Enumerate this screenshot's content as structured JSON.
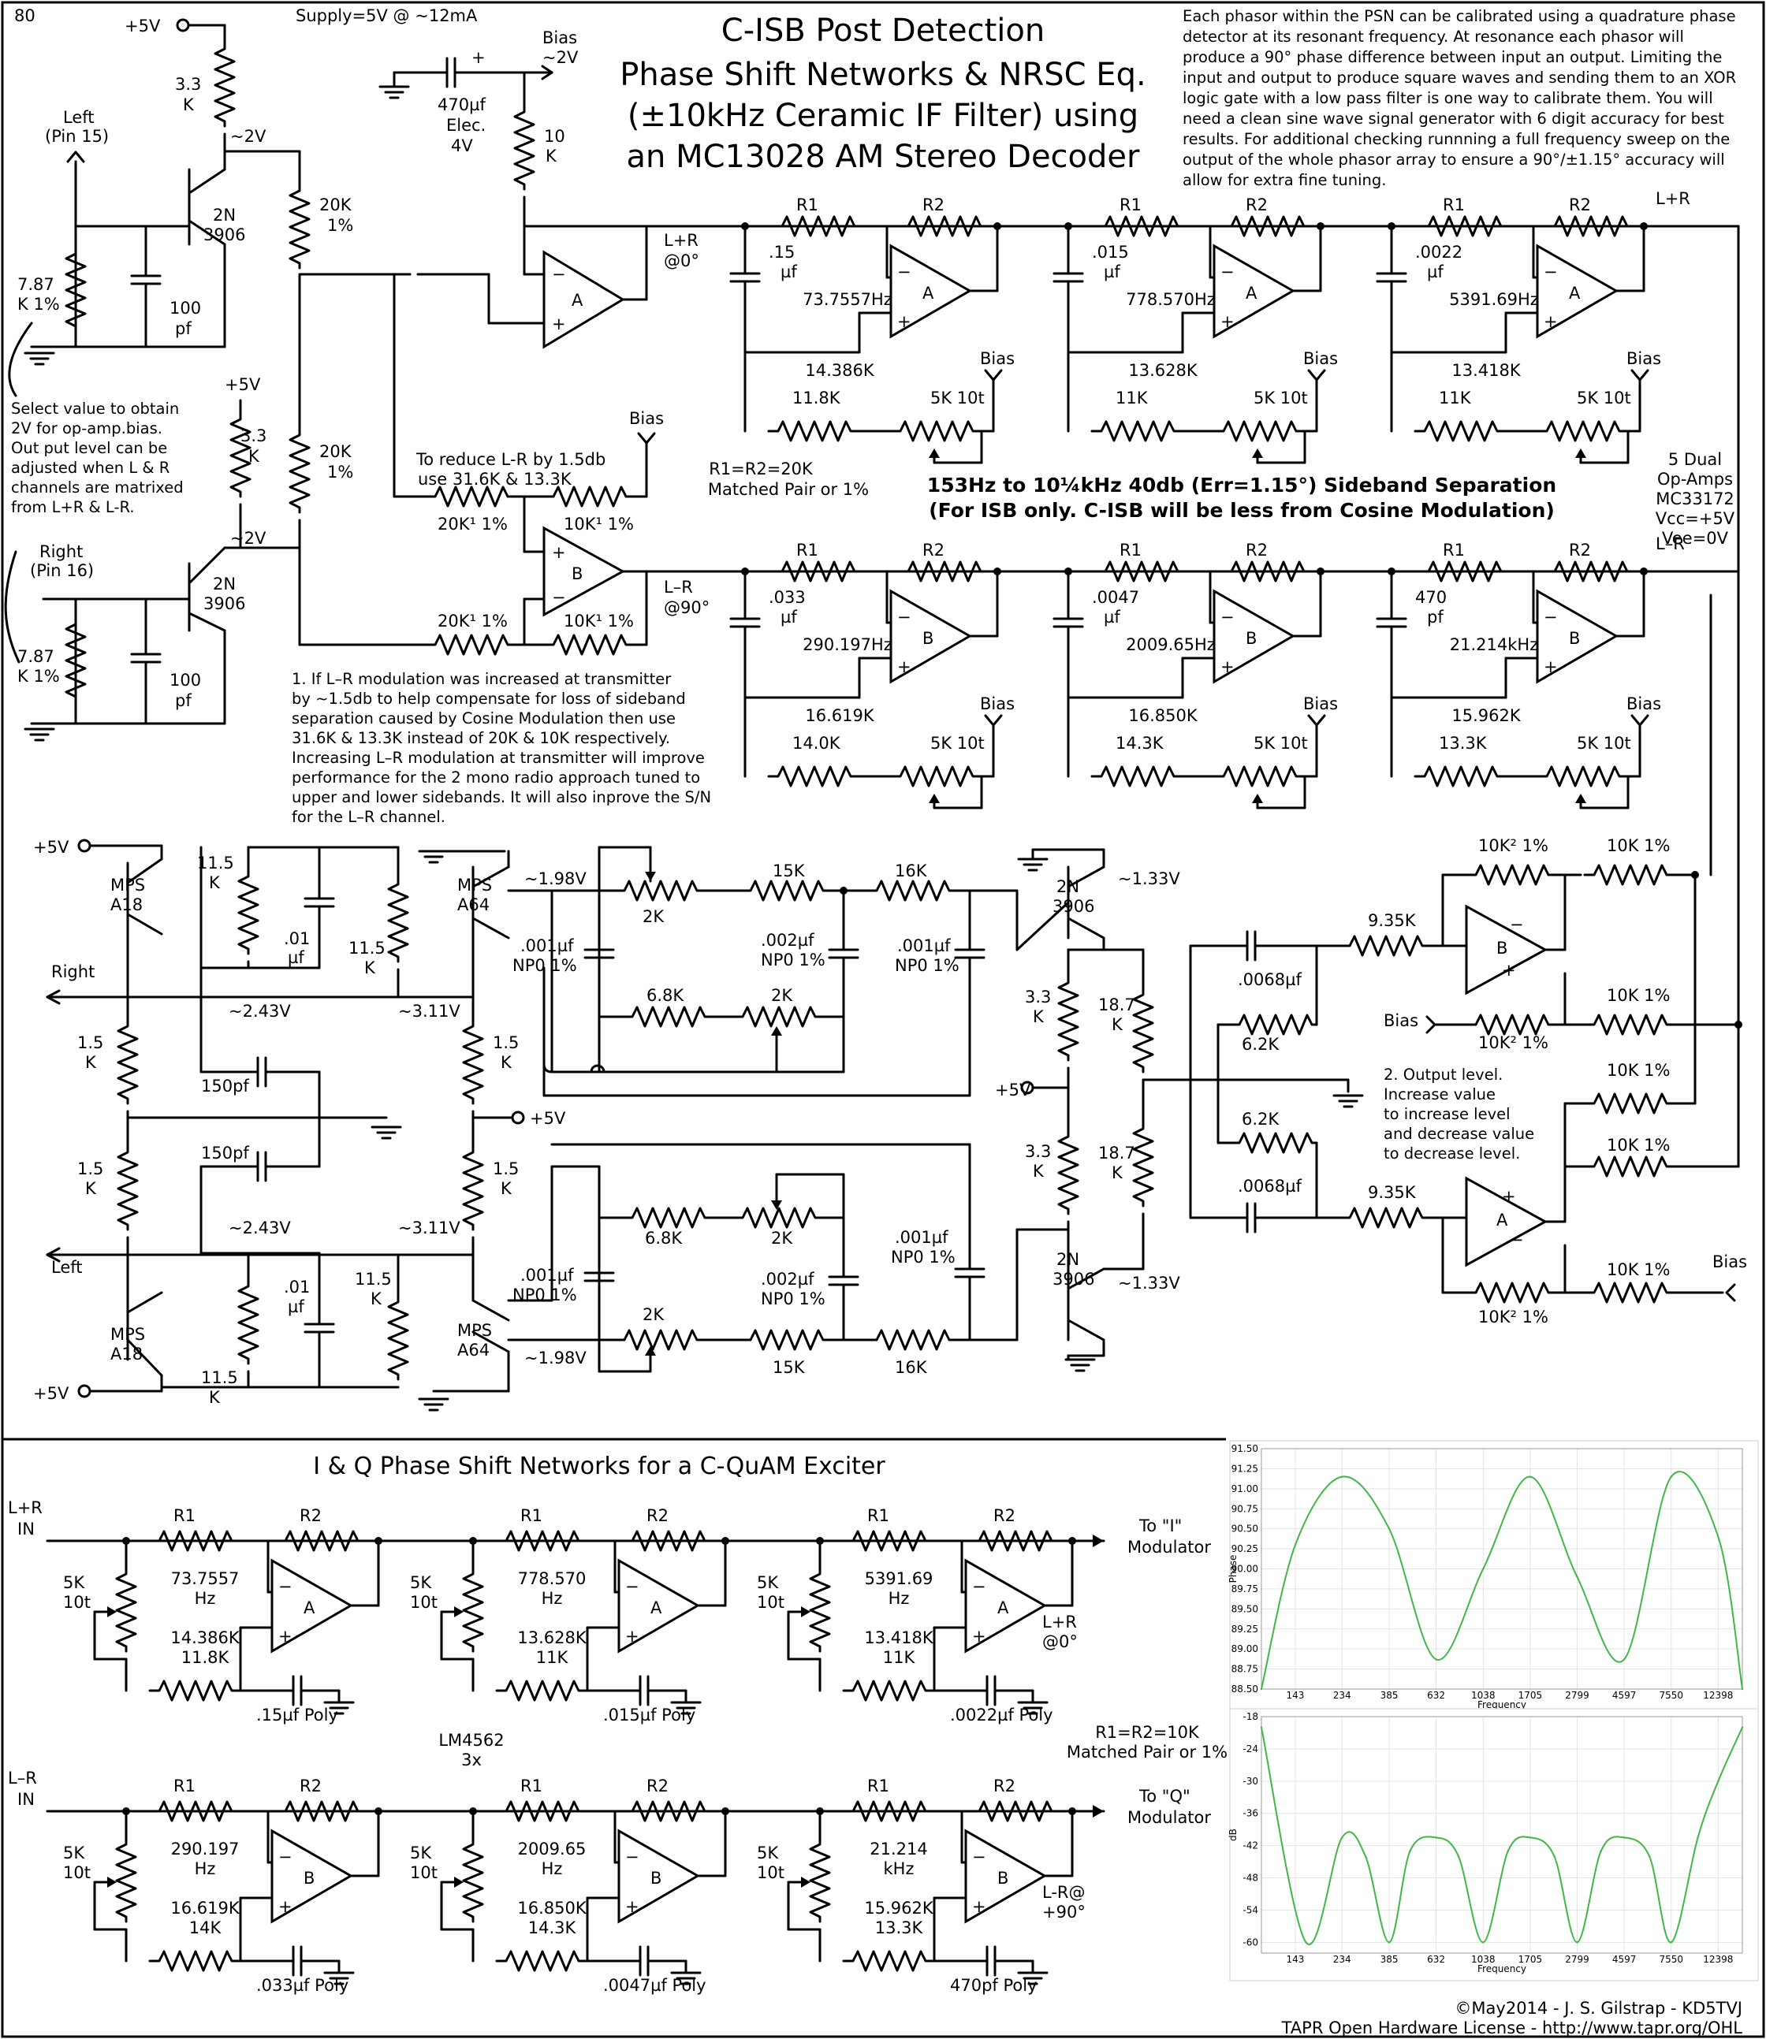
{
  "page": {
    "number": "80",
    "supply": "Supply=5V @ ~12mA",
    "title_lines": [
      "C-ISB Post Detection",
      "Phase Shift Networks & NRSC Eq.",
      "(±10kHz Ceramic IF Filter) using",
      "an MC13028 AM Stereo Decoder"
    ],
    "calibration_note": [
      "Each phasor within the PSN can be calibrated using a quadrature phase",
      "detector at its resonant frequency. At resonance each phasor will",
      "produce a 90° phase difference between input an output. Limiting the",
      "input and output to produce square waves and sending them to an XOR",
      "logic gate with a low pass filter is one way to calibrate them. You will",
      "need a clean sine wave signal generator with 6 digit accuracy for best",
      "results. For additional checking runnning a full frequency sweep on the",
      "output of the whole phasor array to ensure a 90°/±1.15° accuracy will",
      "allow for extra fine tuning."
    ]
  },
  "labels": {
    "plus5v": "+5V",
    "bias": "Bias",
    "bias_approx": "~2V",
    "left_in": [
      "Left",
      "(Pin 15)"
    ],
    "right_in": [
      "Right",
      "(Pin 16)"
    ],
    "r33k": [
      "3.3",
      "K"
    ],
    "approx2v": "~2V",
    "q2n3906": [
      "2N",
      "3906"
    ],
    "r787": [
      "7.87",
      "K 1%"
    ],
    "c100": [
      "100",
      "pf"
    ],
    "r20k1": [
      "20K",
      "1%"
    ],
    "c470": [
      "470µf",
      "Elec.",
      "4V"
    ],
    "r10k": [
      "10",
      "K"
    ],
    "select_note": [
      "Select value to obtain",
      "2V  for op-amp.bias.",
      "Out put level can be",
      "adjusted when L & R",
      "channels are matrixed",
      "from L+R & L-R."
    ],
    "lpr_out": [
      "L+R",
      "@0°"
    ],
    "lmr_out": [
      "L–R",
      "@90°"
    ],
    "reduce_note": [
      "To reduce L-R by 1.5db",
      "use 31.6K  &   13.3K"
    ],
    "r20k_dag": "20K¹ 1%",
    "r10k_dag": "10K¹ 1%",
    "r1r2": [
      "R1=R2=20K",
      "Matched Pair or 1%"
    ],
    "separation": [
      "153Hz  to 10¼kHz   40db (Err=1.15°)  Sideband Separation",
      "(For ISB only.  C-ISB will be less from Cosine Modulation)"
    ],
    "opamps": [
      "5 Dual",
      "Op-Amps",
      "MC33172",
      "Vcc=+5V",
      "Vee=0V"
    ],
    "footnote1": [
      "1.  If L–R modulation was increased at transmitter",
      "by ~1.5db to help compensate for loss of sideband",
      "separation caused by Cosine Modulation then use",
      "31.6K & 13.3K instead of 20K & 10K respectively.",
      "Increasing L–R modulation at transmitter will improve",
      "performance for the 2 mono radio approach tuned to",
      "upper and lower sidebands. It will also inprove the S/N",
      "for the L–R channel."
    ],
    "nrsc": {
      "mpsa18": [
        "MPS",
        "A18"
      ],
      "mpsa64": [
        "MPS",
        "A64"
      ],
      "r115k": [
        "11.5",
        "K"
      ],
      "c01": [
        ".01",
        "µf"
      ],
      "right": "Right",
      "left": "Left",
      "v243": "~2.43V",
      "v311": "~3.11V",
      "v198": "~1.98V",
      "v133": "~1.33V",
      "r15k": [
        "1.5",
        "K"
      ],
      "c150": "150pf",
      "pot2k": "2K",
      "r15k_series": "15K",
      "r16k": "16K",
      "c001": [
        ".001µf",
        "NP0 1%"
      ],
      "c002": [
        ".002µf",
        "NP0 1%"
      ],
      "r68k": "6.8K",
      "r187k": [
        "18.7",
        "K"
      ],
      "r62k": "6.2K",
      "c0068": ".0068µf",
      "r935k": "9.35K",
      "r10k2": "10K²  1%",
      "r10k1": "10K  1%",
      "output_note": [
        "2. Output level.",
        "Increase value",
        "to increase level",
        "and decrease value",
        "to decrease level."
      ]
    }
  },
  "psn_upper": [
    {
      "cap": [
        ".15",
        "µf"
      ],
      "freq": "73.7557Hz",
      "r_top": "14.386K",
      "r_low": "11.8K",
      "amp": "A"
    },
    {
      "cap": [
        ".015",
        "µf"
      ],
      "freq": "778.570Hz",
      "r_top": "13.628K",
      "r_low": "11K",
      "amp": "A"
    },
    {
      "cap": [
        ".0022",
        "µf"
      ],
      "freq": "5391.69Hz",
      "r_top": "13.418K",
      "r_low": "11K",
      "amp": "A"
    }
  ],
  "psn_lower": [
    {
      "cap": [
        ".033",
        "µf"
      ],
      "freq": "290.197Hz",
      "r_top": "16.619K",
      "r_low": "14.0K",
      "amp": "B"
    },
    {
      "cap": [
        ".0047",
        "µf"
      ],
      "freq": "2009.65Hz",
      "r_top": "16.850K",
      "r_low": "14.3K",
      "amp": "B"
    },
    {
      "cap": [
        "470",
        "pf"
      ],
      "freq": "21.214kHz",
      "r_top": "15.962K",
      "r_low": "13.3K",
      "amp": "B"
    }
  ],
  "psn_common": {
    "r1": "R1",
    "r2": "R2",
    "pot": "5K 10t",
    "bias": "Bias",
    "lpr_end": "L+R",
    "lmr_end": "L–R"
  },
  "exciter": {
    "title": "I & Q Phase Shift Networks for a C-QuAM Exciter",
    "lpr_in": [
      "L+R",
      "IN"
    ],
    "lmr_in": [
      "L–R",
      "IN"
    ],
    "to_i": [
      "To  \"I\"",
      "Modulator"
    ],
    "to_q": [
      "To  \"Q\"",
      "Modulator"
    ],
    "pot": [
      "5K",
      "10t"
    ],
    "lm": [
      "LM4562",
      "3x"
    ],
    "r1r2": [
      "R1=R2=10K",
      "Matched Pair or 1%"
    ],
    "out_i": [
      "L+R",
      "@0°"
    ],
    "out_q": [
      "L-R@",
      "+90°"
    ],
    "row1": [
      {
        "freq": [
          "73.7557",
          "Hz"
        ],
        "res": [
          "14.386K",
          "11.8K"
        ],
        "cap": ".15µf Poly",
        "amp": "A"
      },
      {
        "freq": [
          "778.570",
          "Hz"
        ],
        "res": [
          "13.628K",
          "11K"
        ],
        "cap": ".015µf Poly",
        "amp": "A"
      },
      {
        "freq": [
          "5391.69",
          "Hz"
        ],
        "res": [
          "13.418K",
          "11K"
        ],
        "cap": ".0022µf Poly",
        "amp": "A"
      }
    ],
    "row2": [
      {
        "freq": [
          "290.197",
          "Hz"
        ],
        "res": [
          "16.619K",
          "14K"
        ],
        "cap": ".033µf Poly",
        "amp": "B"
      },
      {
        "freq": [
          "2009.65",
          "Hz"
        ],
        "res": [
          "16.850K",
          "14.3K"
        ],
        "cap": ".0047µf Poly",
        "amp": "B"
      },
      {
        "freq": [
          "21.214",
          "kHz"
        ],
        "res": [
          "15.962K",
          "13.3K"
        ],
        "cap": "470pf Poly",
        "amp": "B"
      }
    ]
  },
  "chart_data": [
    {
      "type": "line",
      "xlabel": "Frequency",
      "ylabel": "Phase",
      "x_ticks": [
        "143",
        "234",
        "385",
        "632",
        "1038",
        "1705",
        "2799",
        "4597",
        "7550",
        "12398"
      ],
      "y_ticks": [
        "88.50",
        "88.75",
        "89.00",
        "89.25",
        "89.50",
        "89.75",
        "90.00",
        "90.25",
        "90.50",
        "90.75",
        "91.00",
        "91.25",
        "91.50"
      ],
      "ylim": [
        88.5,
        91.5
      ],
      "grid": true,
      "color": "#41b649",
      "x": [
        100,
        143,
        234,
        385,
        632,
        1038,
        1705,
        2799,
        4597,
        7550,
        12398,
        16000
      ],
      "y": [
        88.5,
        90.3,
        91.15,
        90.5,
        88.87,
        90.0,
        91.15,
        89.9,
        88.87,
        91.15,
        90.4,
        88.5
      ]
    },
    {
      "type": "line",
      "xlabel": "Frequency",
      "ylabel": "dB",
      "x_ticks": [
        "143",
        "234",
        "385",
        "632",
        "1038",
        "1705",
        "2799",
        "4597",
        "7550",
        "12398"
      ],
      "y_ticks": [
        "-18",
        "-24",
        "-30",
        "-36",
        "-42",
        "-48",
        "-54",
        "-60"
      ],
      "ylim": [
        -62,
        -18
      ],
      "grid": true,
      "color": "#41b649",
      "x": [
        100,
        160,
        234,
        300,
        385,
        480,
        632,
        800,
        1038,
        1350,
        1705,
        2200,
        2799,
        3600,
        4597,
        6000,
        7550,
        10000,
        12398,
        16000
      ],
      "y": [
        -20,
        -60,
        -40.5,
        -44,
        -60,
        -43,
        -40.5,
        -44,
        -60,
        -43,
        -40.5,
        -44,
        -60,
        -43,
        -40.5,
        -44,
        -60,
        -40.5,
        -30,
        -20
      ]
    }
  ],
  "footer": [
    "©May2014 - J. S. Gilstrap - KD5TVJ",
    "TAPR Open Hardware License - http://www.tapr.org/OHL"
  ]
}
